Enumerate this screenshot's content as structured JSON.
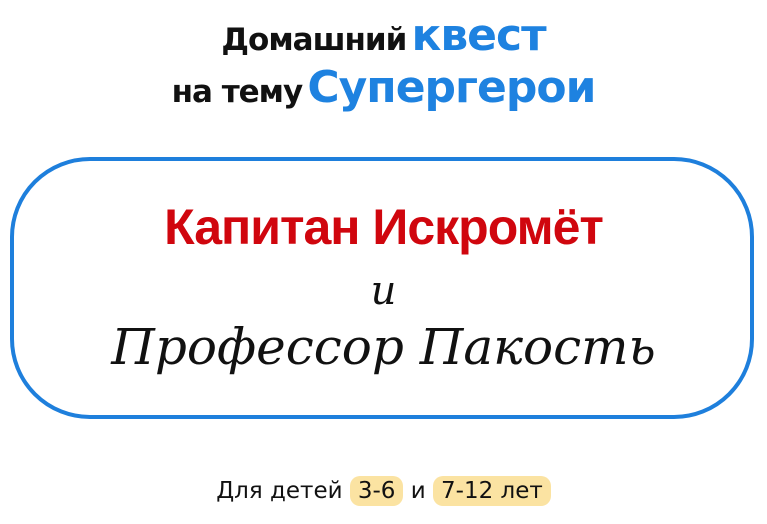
{
  "header": {
    "line1_black": "Домашний",
    "line1_blue": "квест",
    "line2_black": "на тему",
    "line2_blue": "Супергерои"
  },
  "title": {
    "hero": "Капитан Искромёт",
    "conjunction": "и",
    "villain": "Профессор Пакость"
  },
  "footer": {
    "prefix": "Для детей",
    "age1": "3-6",
    "and": "и",
    "age2": "7-12 лет"
  },
  "colors": {
    "blue": "#1e82e0",
    "red": "#d0060e",
    "highlight": "#fbe3a2"
  }
}
